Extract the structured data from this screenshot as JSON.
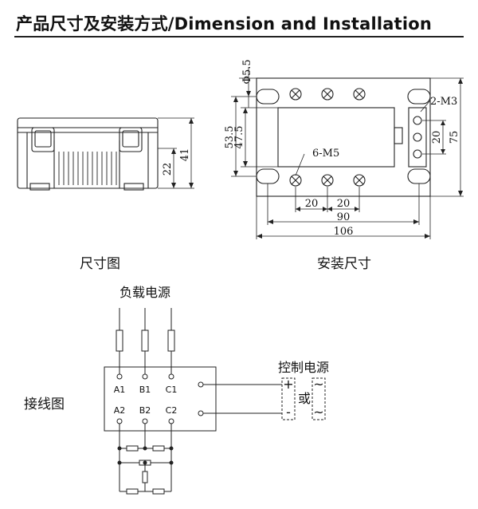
{
  "header": {
    "title": "产品尺寸及安装方式/Dimension and  Installation"
  },
  "captions": {
    "side_view": "尺寸图",
    "install": "安装尺寸",
    "wiring": "接线图"
  },
  "side_view_dims": {
    "height_total": "41",
    "height_body": "22"
  },
  "install_dims": {
    "hole_dia": "Φ5.5",
    "control_screws": "2-M3",
    "load_screws": "6-M5",
    "height_holes": "53.5",
    "height_inner": "47.5",
    "ctrl_spacing": "20",
    "height_total": "75",
    "terminal_pitch_1": "20",
    "terminal_pitch_2": "20",
    "mount_width": "90",
    "total_width": "106"
  },
  "wiring": {
    "load_power": "负载电源",
    "control_power": "控制电源",
    "or_text": "或",
    "terminals_top": [
      "A1",
      "B1",
      "C1"
    ],
    "terminals_bottom": [
      "A2",
      "B2",
      "C2"
    ],
    "dc_plus": "+",
    "dc_minus": "-",
    "ac_top": "~",
    "ac_bottom": "~"
  }
}
